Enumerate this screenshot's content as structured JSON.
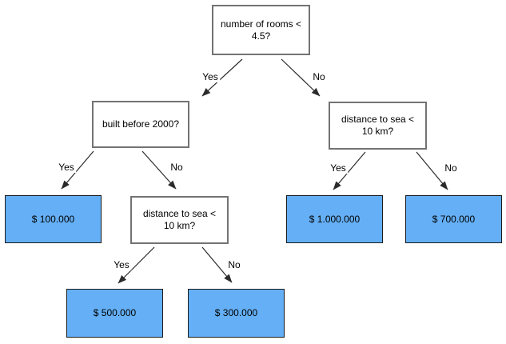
{
  "diagram": {
    "type": "decision-tree",
    "topic": "house price prediction"
  },
  "colors": {
    "decision_fill": "#ffffff",
    "decision_border": "#737373",
    "leaf_fill": "#64aff5",
    "leaf_border": "#1a1a1a",
    "arrow": "#2b2b2b",
    "text": "#000000",
    "bg": "#ffffff"
  },
  "nodes": {
    "root": {
      "label": "number of rooms < 4.5?"
    },
    "built_before_2000": {
      "label": "built before 2000?"
    },
    "distance_right": {
      "label": "distance to sea < 10 km?"
    },
    "distance_mid": {
      "label": "distance to sea < 10 km?"
    },
    "leaf_100k": {
      "label": "$ 100.000"
    },
    "leaf_500k": {
      "label": "$ 500.000"
    },
    "leaf_300k": {
      "label": "$ 300.000"
    },
    "leaf_1m": {
      "label": "$ 1.000.000"
    },
    "leaf_700k": {
      "label": "$ 700.000"
    }
  },
  "edge_labels": {
    "root_yes": "Yes",
    "root_no": "No",
    "left_yes": "Yes",
    "left_no": "No",
    "mid_yes": "Yes",
    "mid_no": "No",
    "right_yes": "Yes",
    "right_no": "No"
  }
}
